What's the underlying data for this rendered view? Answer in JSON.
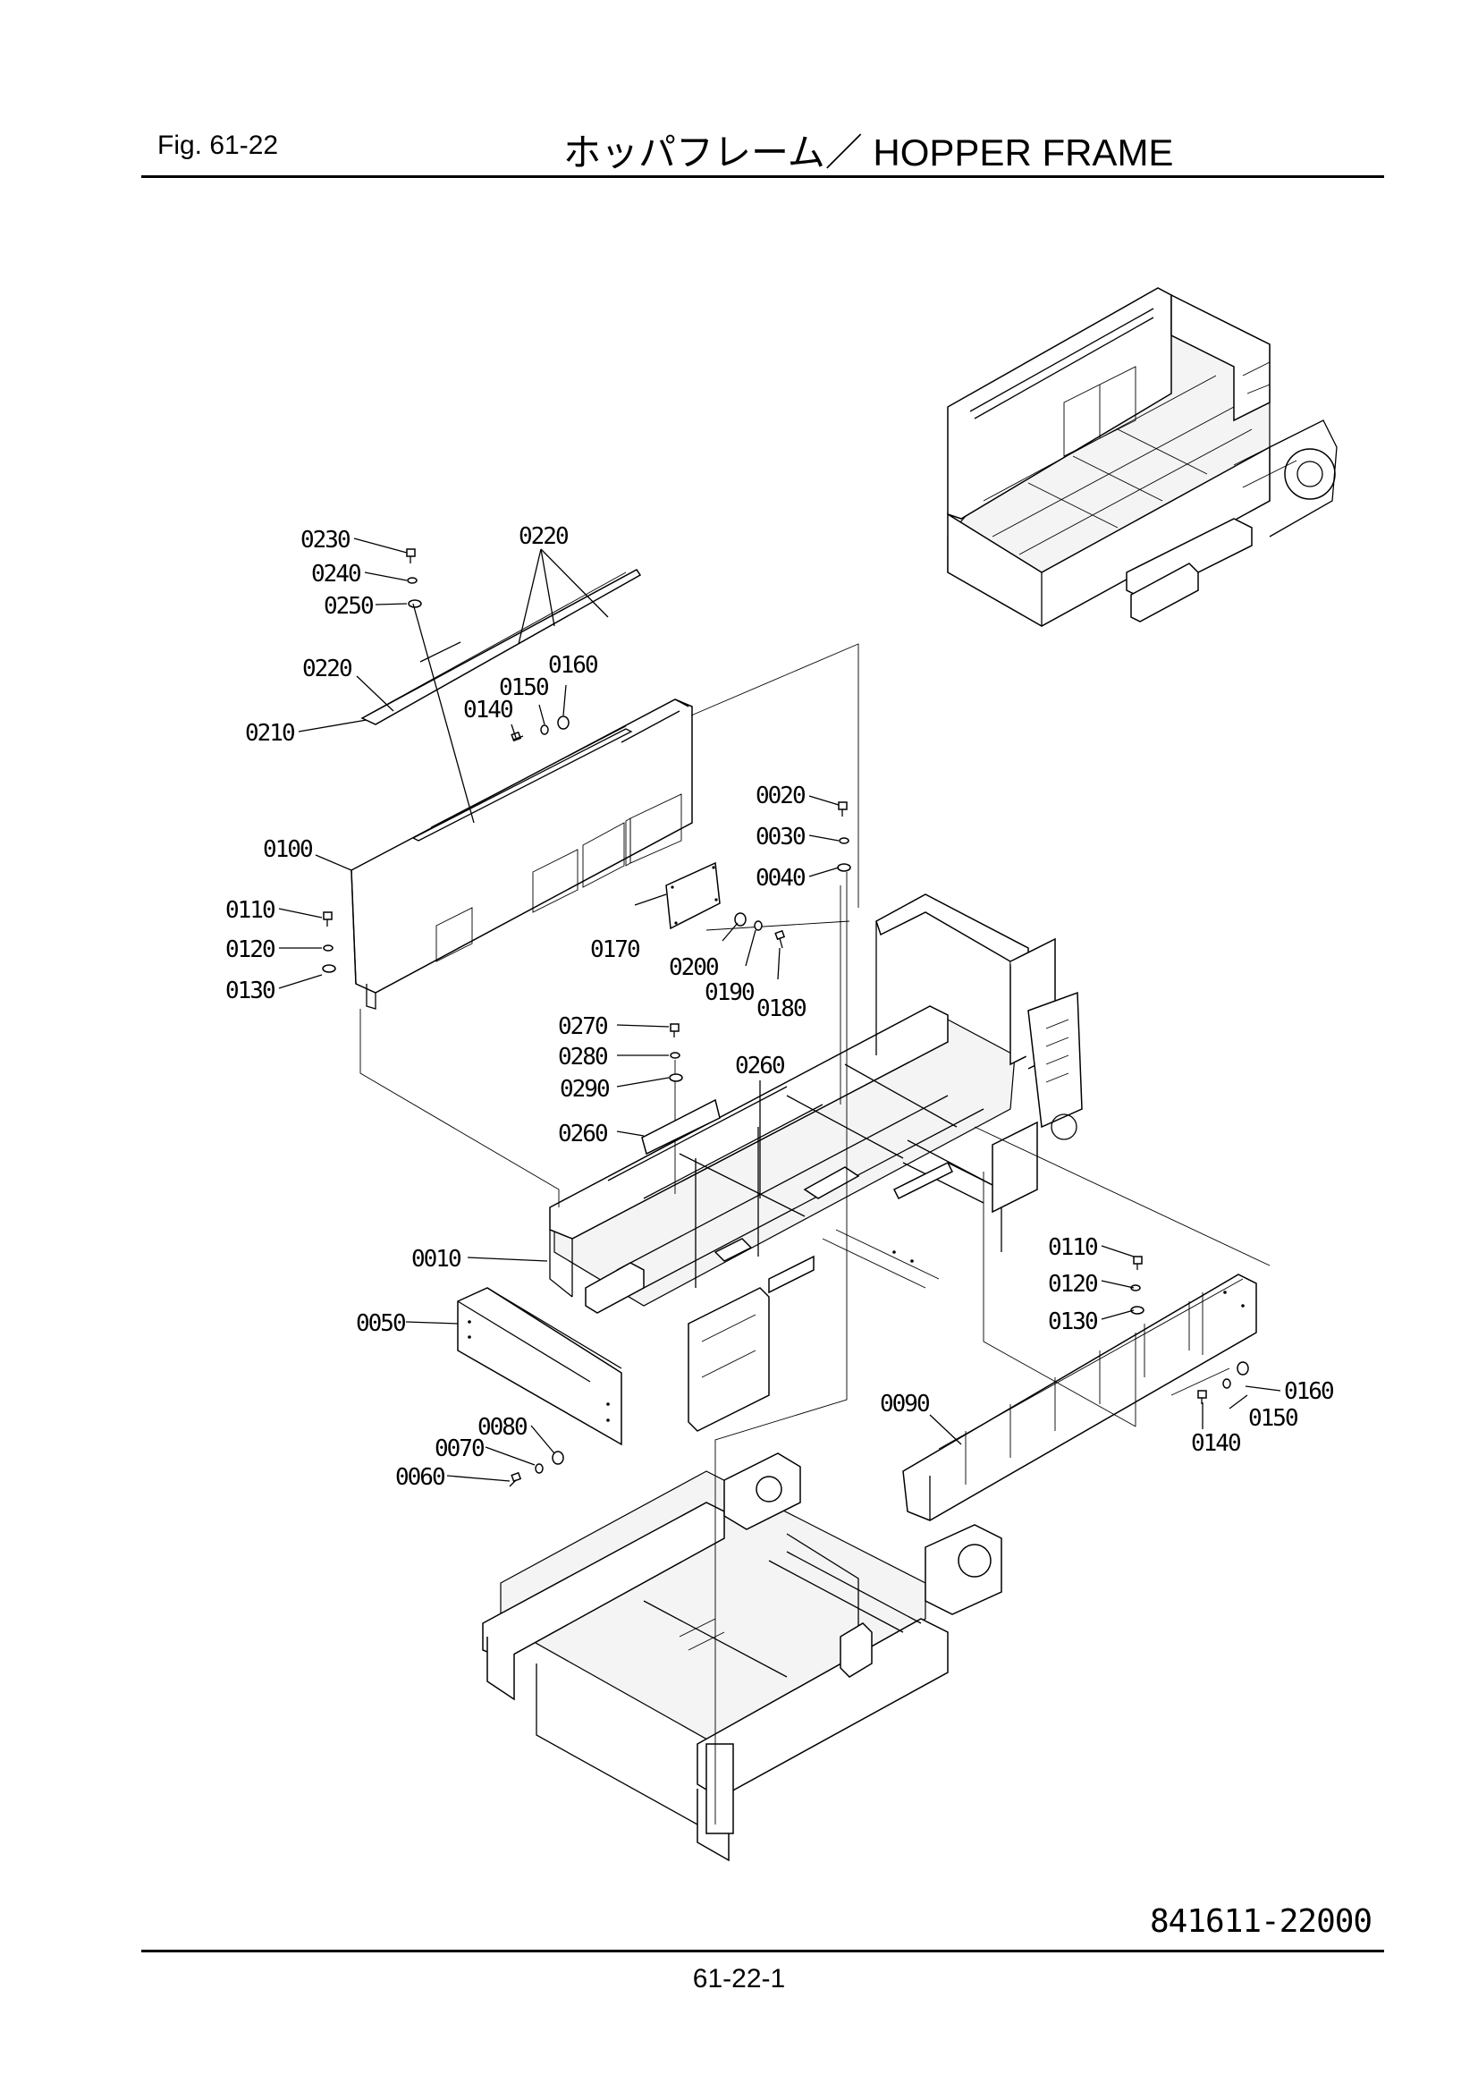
{
  "header": {
    "figure_label": "Fig.  61-22",
    "title": "ホッパフレーム／ HOPPER FRAME"
  },
  "callouts": [
    {
      "id": "0230"
    },
    {
      "id": "0240"
    },
    {
      "id": "0250"
    },
    {
      "id": "0220"
    },
    {
      "id": "0220"
    },
    {
      "id": "0210"
    },
    {
      "id": "0160"
    },
    {
      "id": "0150"
    },
    {
      "id": "0140"
    },
    {
      "id": "0100"
    },
    {
      "id": "0110"
    },
    {
      "id": "0120"
    },
    {
      "id": "0130"
    },
    {
      "id": "0020"
    },
    {
      "id": "0030"
    },
    {
      "id": "0040"
    },
    {
      "id": "0170"
    },
    {
      "id": "0200"
    },
    {
      "id": "0190"
    },
    {
      "id": "0180"
    },
    {
      "id": "0270"
    },
    {
      "id": "0280"
    },
    {
      "id": "0290"
    },
    {
      "id": "0260"
    },
    {
      "id": "0260"
    },
    {
      "id": "0010"
    },
    {
      "id": "0050"
    },
    {
      "id": "0080"
    },
    {
      "id": "0070"
    },
    {
      "id": "0060"
    },
    {
      "id": "0110"
    },
    {
      "id": "0120"
    },
    {
      "id": "0130"
    },
    {
      "id": "0160"
    },
    {
      "id": "0150"
    },
    {
      "id": "0140"
    },
    {
      "id": "0090"
    }
  ],
  "footer": {
    "drawing_number": "841611-22000",
    "page_number": "61-22-1"
  }
}
